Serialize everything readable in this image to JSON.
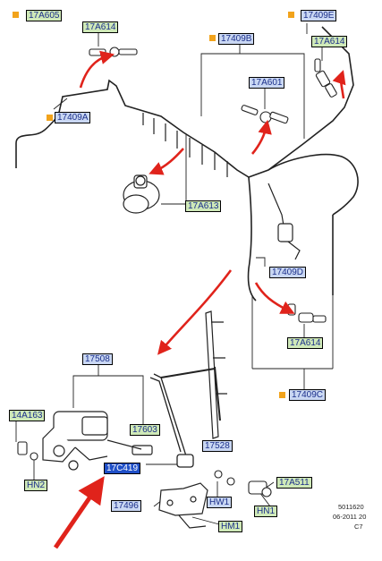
{
  "labels": {
    "l17A605": "17A605",
    "l17A614_top": "17A614",
    "l17409E": "17409E",
    "l17409B": "17409B",
    "l17A614_right": "17A614",
    "l17A601": "17A601",
    "l17409A": "17409A",
    "l17A613": "17A613",
    "l17409D": "17409D",
    "l17A614_mid": "17A614",
    "l17409C": "17409C",
    "l17508": "17508",
    "l14A163": "14A163",
    "l17603": "17603",
    "l17528": "17528",
    "l17C419": "17C419",
    "lHN2": "HN2",
    "l17A511": "17A511",
    "l17496": "17496",
    "lHW1": "HW1",
    "lHN1": "HN1",
    "lHM1": "HM1"
  },
  "footer": {
    "code": "5011620",
    "date": "06-2011 20",
    "rev": "C7"
  },
  "colors": {
    "green_tag": "#cfe9b8",
    "blue_tag": "#c9d7f3",
    "highlight_tag": "#1f4fc7",
    "marker": "#f2a31b",
    "arrow": "#e0231b"
  }
}
